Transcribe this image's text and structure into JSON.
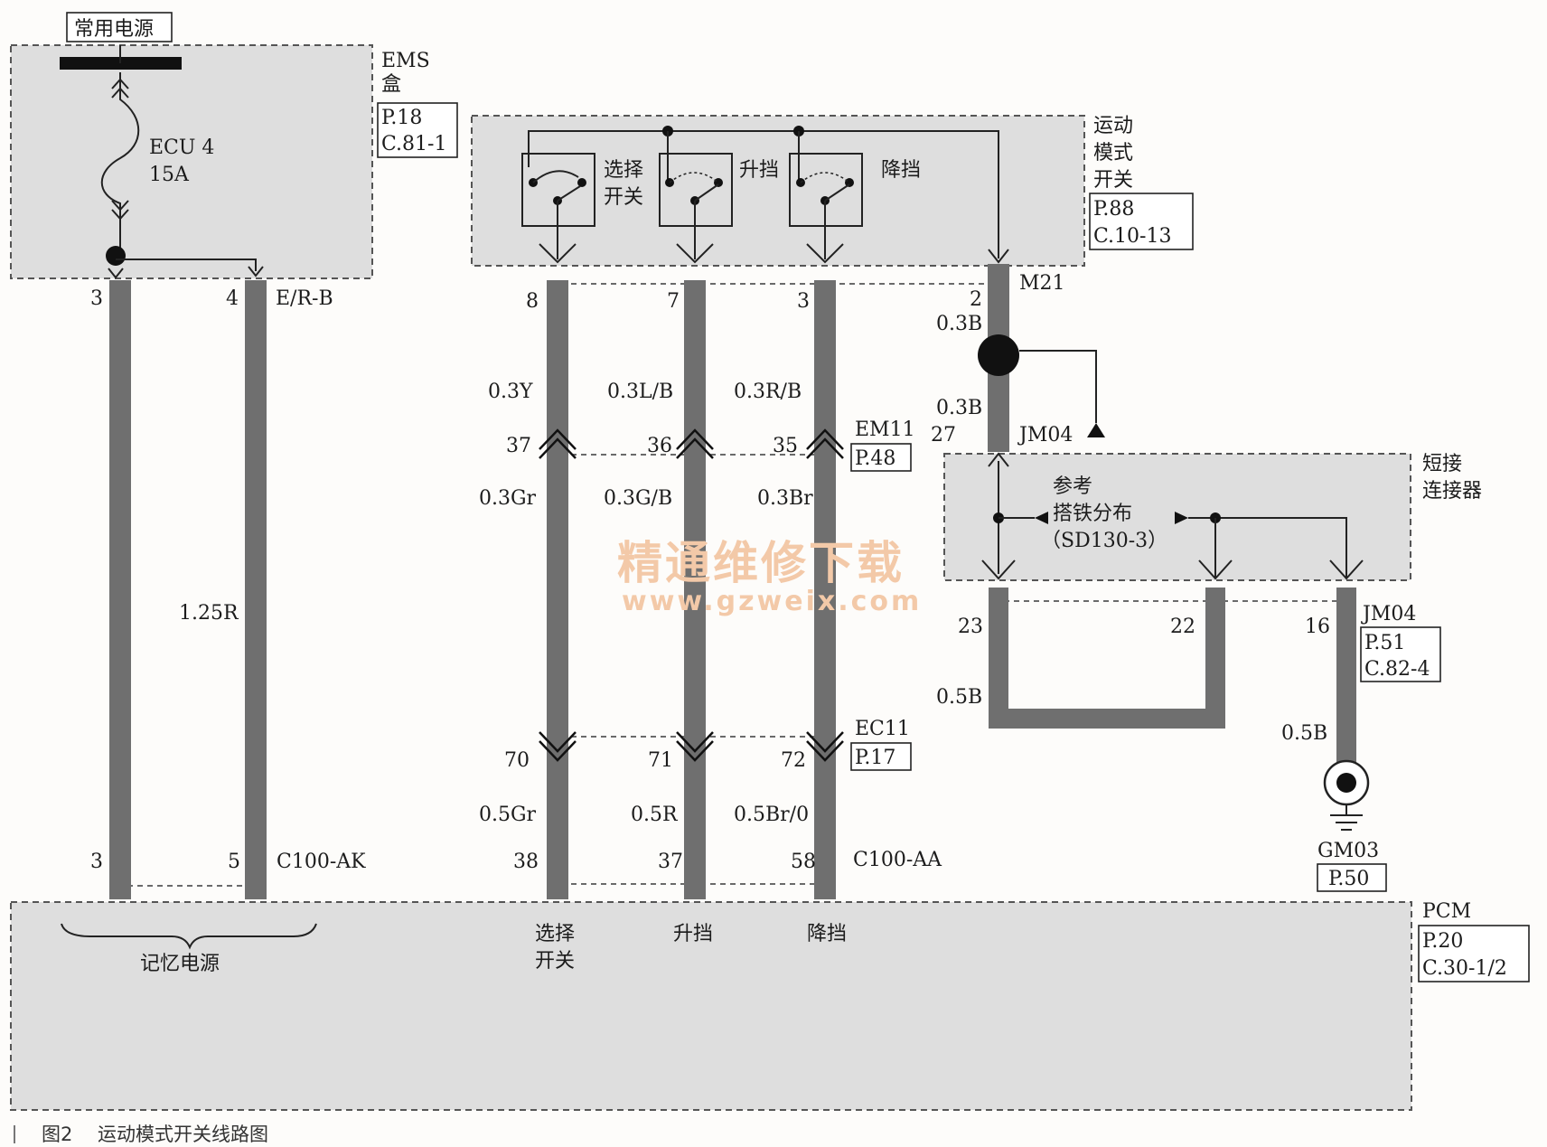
{
  "ems": {
    "supply_label": "常用电源",
    "fuse_name": "ECU 4",
    "fuse_rating": "15A",
    "box_name_1": "EMS",
    "box_name_2": "盒",
    "ref_page": "P.18",
    "ref_conn": "C.81-1",
    "pin_a": "3",
    "pin_b": "4",
    "wire_code": "E/R-B"
  },
  "memory": {
    "wire_size": "1.25R",
    "pcm_pin_a": "3",
    "pcm_pin_b": "5",
    "connector": "C100-AK",
    "label": "记忆电源"
  },
  "switch": {
    "name_1": "运动",
    "name_2": "模式",
    "name_3": "开关",
    "ref_page": "P.88",
    "ref_conn": "C.10-13",
    "select_label_1": "选择",
    "select_label_2": "开关",
    "up_label": "升挡",
    "down_label": "降挡",
    "pin_select": "8",
    "pin_up": "7",
    "pin_down": "3",
    "pin_ground": "2",
    "connector": "M21"
  },
  "wires_top": {
    "select": "0.3Y",
    "up": "0.3L/B",
    "down": "0.3R/B"
  },
  "em11": {
    "name": "EM11",
    "ref": "P.48",
    "pin_select": "37",
    "pin_up": "36",
    "pin_down": "35"
  },
  "wires_mid": {
    "select": "0.3Gr",
    "up": "0.3G/B",
    "down": "0.3Br"
  },
  "ec11": {
    "name": "EC11",
    "ref": "P.17",
    "pin_select": "70",
    "pin_up": "71",
    "pin_down": "72"
  },
  "wires_bot": {
    "select": "0.5Gr",
    "up": "0.5R",
    "down": "0.5Br/0"
  },
  "pcm_in": {
    "pin_select": "38",
    "pin_up": "37",
    "pin_down": "58",
    "connector": "C100-AA",
    "select_1": "选择",
    "select_2": "开关",
    "up": "升挡",
    "down": "降挡"
  },
  "ground": {
    "wire_top": "0.3B",
    "wire_below": "0.3B",
    "pin_jm": "27",
    "jm_name": "JM04",
    "ref_1": "参考",
    "ref_2": "搭铁分布",
    "ref_3": "（SD130-3）",
    "pin_23": "23",
    "pin_22": "22",
    "pin_16": "16",
    "loop_wire": "0.5B",
    "gnd_wire": "0.5B",
    "jm_ref_name": "JM04",
    "jm_ref_page": "P.51",
    "jm_ref_conn": "C.82-4",
    "gnd_name": "GM03",
    "gnd_ref": "P.50"
  },
  "short": {
    "name_1": "短接",
    "name_2": "连接器"
  },
  "pcm": {
    "name": "PCM",
    "ref_page": "P.20",
    "ref_conn": "C.30-1/2"
  },
  "watermark": {
    "line1": "精通维修下载",
    "line2": "www.gzweix.com"
  },
  "caption": {
    "figure_no": "图2",
    "title": "运动模式开关线路图"
  },
  "colors": {
    "wire": "#6f6f6f",
    "module_fill": "#dedede",
    "watermark": "#f3c9a8"
  }
}
